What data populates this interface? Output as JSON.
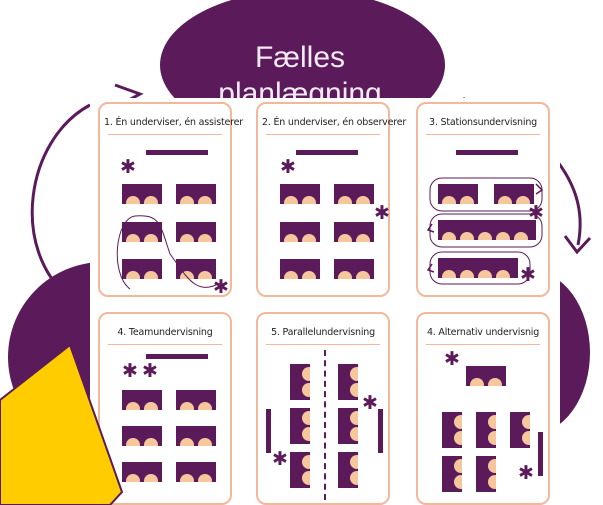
{
  "top_label_line1": "Fælles",
  "top_label_line2": "planlægning",
  "colors": {
    "purple": "#5b1b5a",
    "card_border": "#f3b79a",
    "seat": "#f6c69d",
    "pointer": "#ffcc00"
  },
  "cards": [
    {
      "title": "1. Én underviser, én assisterer"
    },
    {
      "title": "2. Én underviser, én observerer"
    },
    {
      "title": "3. Stationsundervisning"
    },
    {
      "title": "4. Teamundervisning"
    },
    {
      "title": "5. Parallelundervisning"
    },
    {
      "title": "4. Alternativ undervisnig"
    }
  ],
  "icons": {
    "teacher": "asterisk-icon",
    "cycle_arrows": "curved-arrow-icon",
    "pointer": "yellow-pointer-arrow"
  }
}
